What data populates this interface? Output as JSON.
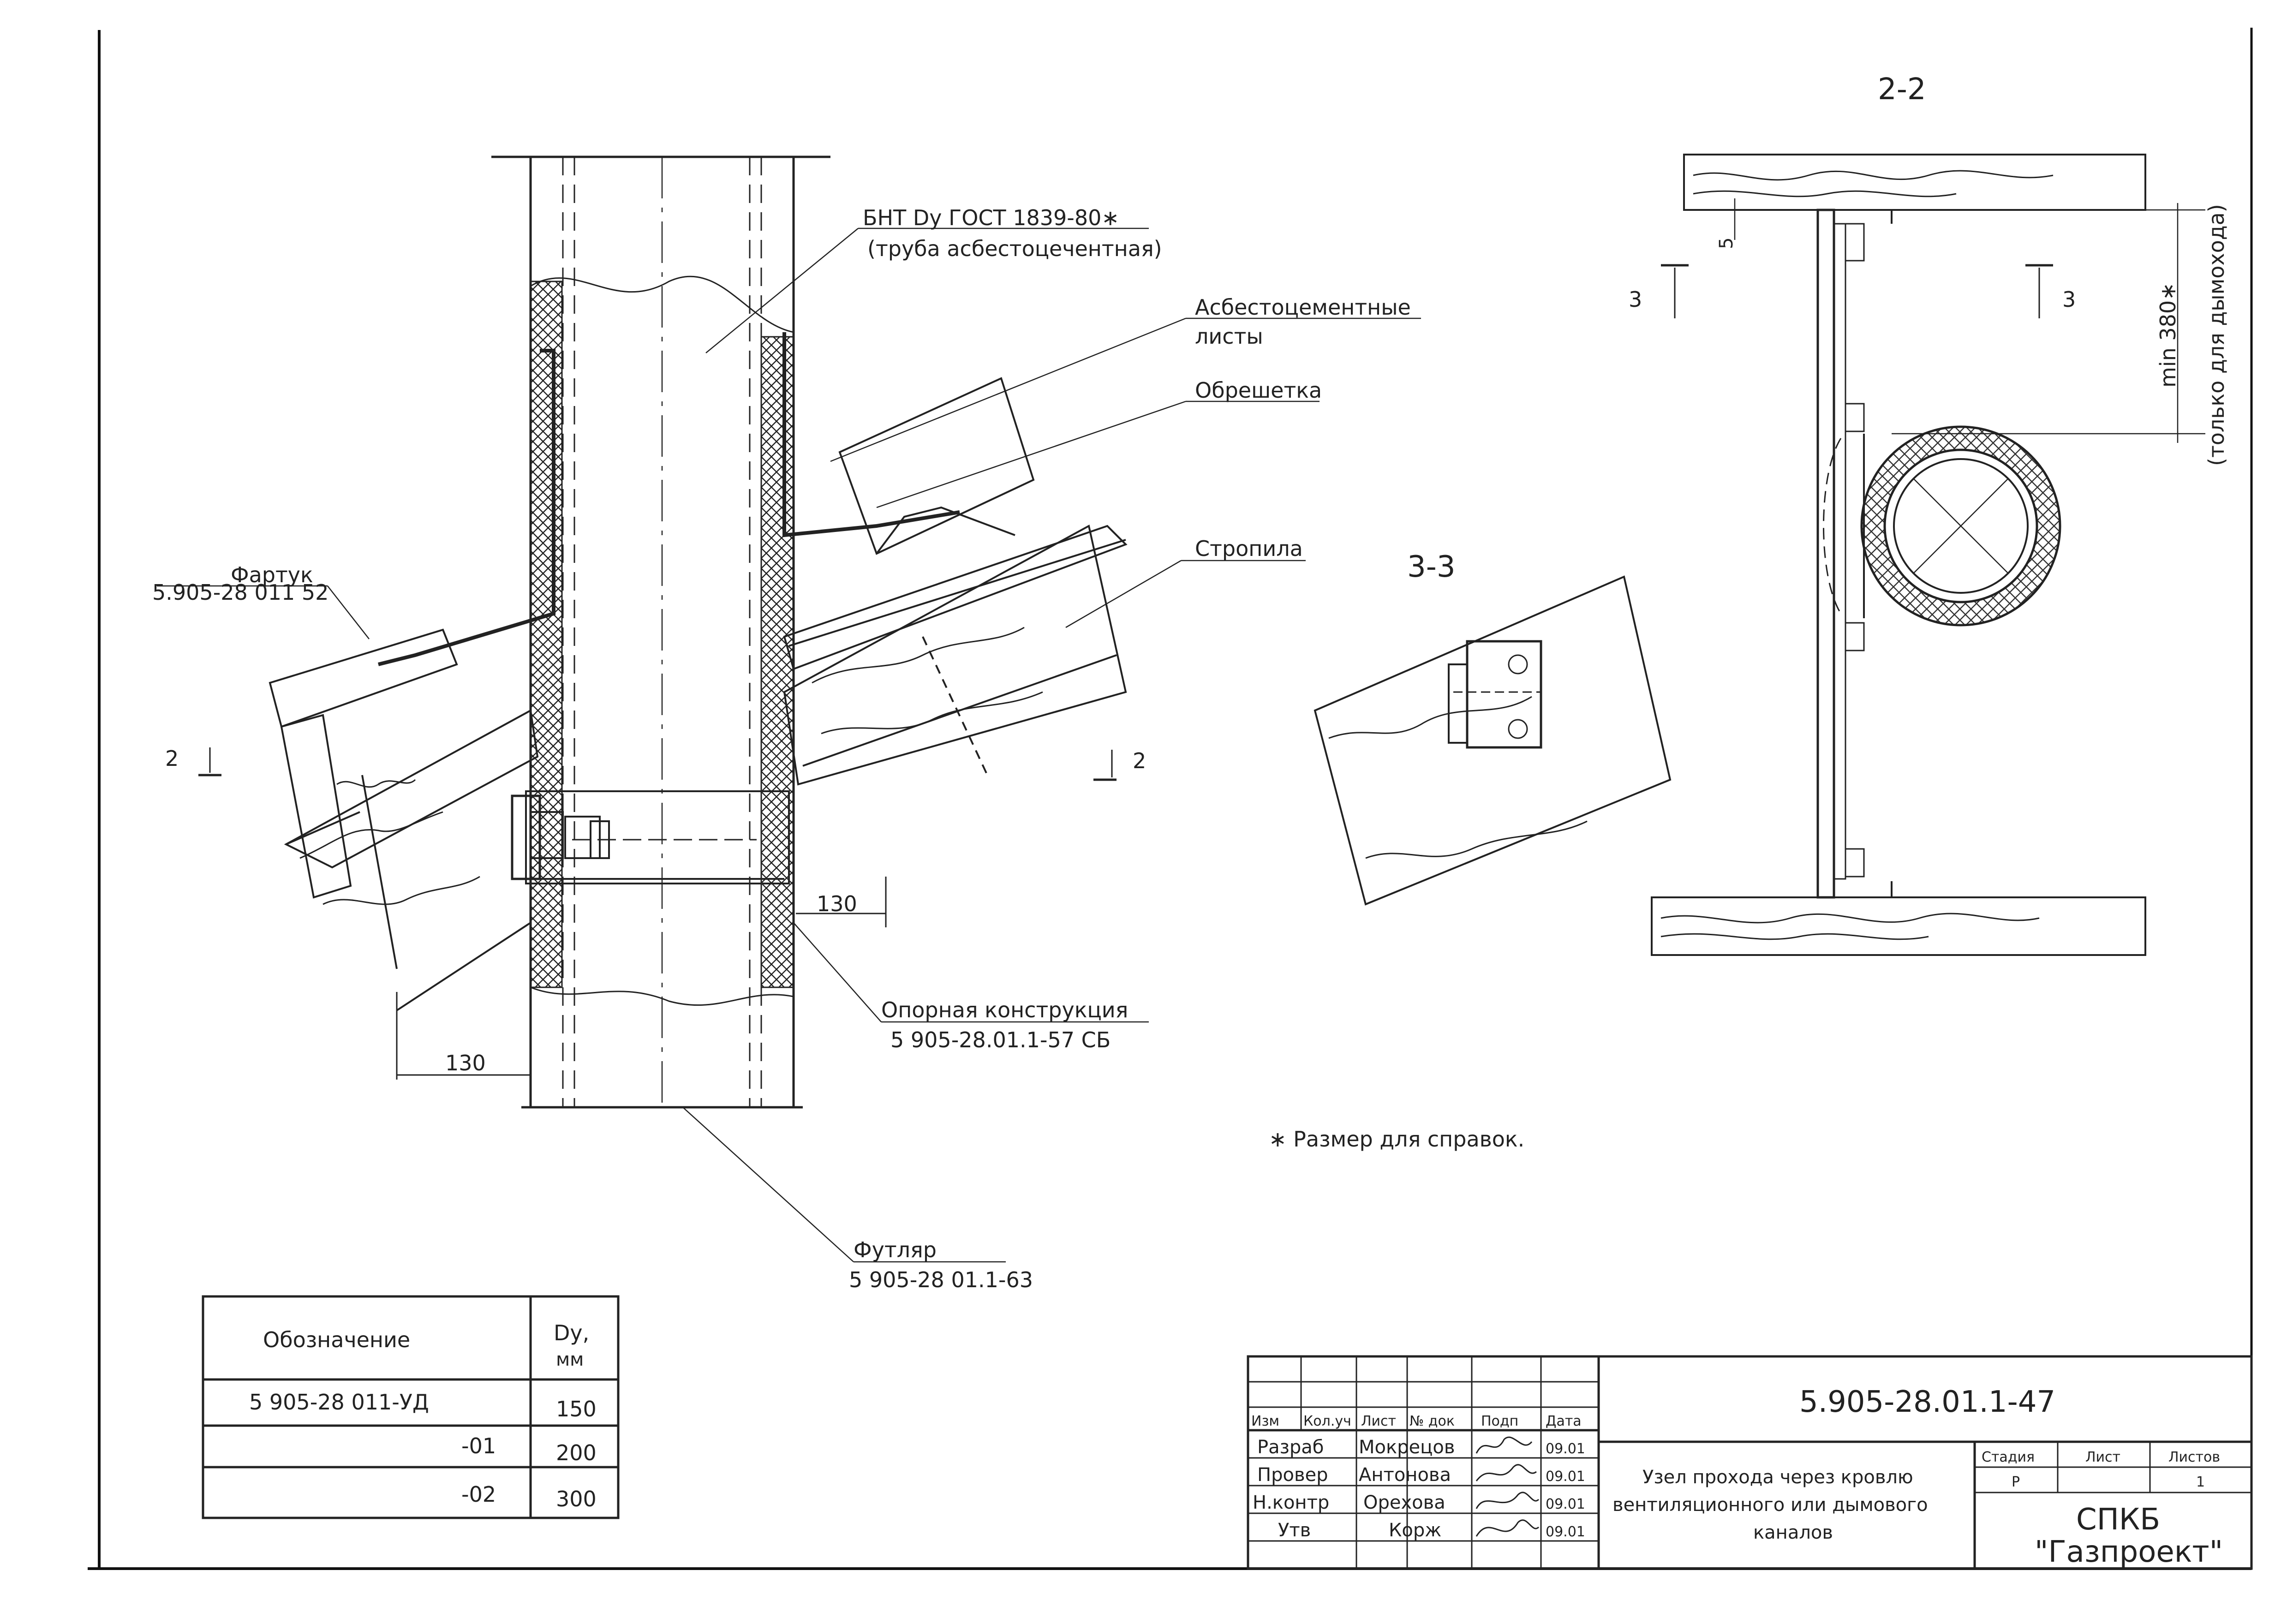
{
  "labels": {
    "pipe_spec_line1": "БНТ Dy ГОСТ 1839-80∗",
    "pipe_spec_line2": "(труба асбестоцечентная)",
    "asbestos_line1": "Асбестоцементные",
    "asbestos_line2": "листы",
    "lathing": "Обрешетка",
    "rafters": "Стропила",
    "apron_line1": "Фартук",
    "apron_line2": "5.905-28 011 52",
    "support_line1": "Опорная конструкция",
    "support_line2": "5 905-28.01.1-57 СБ",
    "sleeve_line1": "Футляр",
    "sleeve_line2": "5 905-28 01.1-63",
    "section_mark_left": "2",
    "section_mark_right": "2",
    "section_3_left": "3",
    "section_3_right": "3",
    "section_2_2_title": "2-2",
    "section_3_3_title": "3-3",
    "dim_130_top": "130",
    "dim_130_bottom": "130",
    "dim_5": "5",
    "dim_min380": "min 380∗",
    "dim_min380_note": "(только для дымохода)",
    "reference_note": "∗ Размер для справок."
  },
  "designation_table": {
    "header_designation": "Обозначение",
    "header_dy_line1": "Dy,",
    "header_dy_line2": "мм",
    "rows": [
      {
        "designation": "5 905-28 011-УД",
        "dy": "150"
      },
      {
        "designation": "-01",
        "dy": "200"
      },
      {
        "designation": "-02",
        "dy": "300"
      }
    ]
  },
  "title_block": {
    "doc_number": "5.905-28.01.1-47",
    "col_izm": "Изм",
    "col_koluch": "Кол.уч",
    "col_list": "Лист",
    "col_ndok": "№ док",
    "col_podp": "Подп",
    "col_data": "Дата",
    "roles": [
      {
        "role": "Разраб",
        "name": "Мокрецов",
        "date": "09.01"
      },
      {
        "role": "Провер",
        "name": "Антонова",
        "date": "09.01"
      },
      {
        "role": "Н.контр",
        "name": "Орехова",
        "date": "09.01"
      },
      {
        "role": "Утв",
        "name": "Корж",
        "date": "09.01"
      }
    ],
    "title_line1": "Узел прохода через кровлю",
    "title_line2": "вентиляционного или дымового",
    "title_line3": "каналов",
    "stage_label": "Стадия",
    "sheet_label": "Лист",
    "sheets_label": "Листов",
    "stage_value": "Р",
    "sheets_value": "1",
    "org_line1": "СПКБ",
    "org_line2": "\"Газпроект\""
  }
}
